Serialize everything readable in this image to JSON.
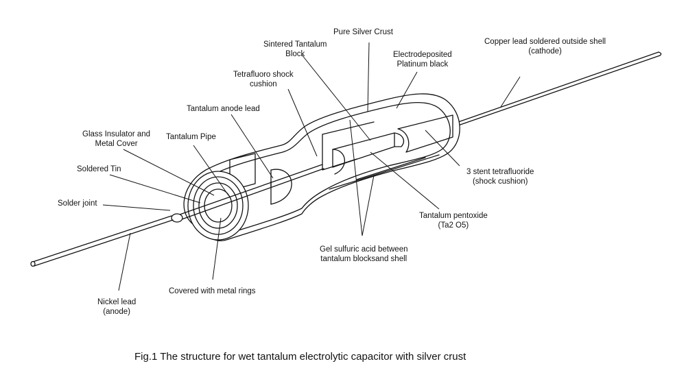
{
  "figure": {
    "caption": "Fig.1  The structure for wet tantalum electrolytic capacitor with silver crust",
    "subject": "wet tantalum electrolytic capacitor cutaway"
  },
  "labels": {
    "pure_silver_crust": [
      "Pure Silver Crust"
    ],
    "sintered_tantalum_block": [
      "Sintered Tantalum",
      "Block"
    ],
    "electrodeposited_platinum_black": [
      "Electrodeposited",
      "Platinum black"
    ],
    "copper_lead": [
      "Copper lead soldered outside shell",
      "(cathode)"
    ],
    "tetrafluoro_shock_cushion": [
      "Tetrafluoro shock",
      "cushion"
    ],
    "tantalum_anode_lead": [
      "Tantalum anode lead"
    ],
    "glass_insulator": [
      "Glass Insulator and",
      "Metal Cover"
    ],
    "tantalum_pipe": [
      "Tantalum Pipe"
    ],
    "soldered_tin": [
      "Soldered Tin"
    ],
    "solder_joint": [
      "Solder joint"
    ],
    "stent_tetrafluoride": [
      "3 stent tetrafluoride",
      "(shock cushion)"
    ],
    "tantalum_pentoxide": [
      "Tantalum pentoxide",
      "(Ta2 O5)"
    ],
    "gel_sulfuric_acid": [
      "Gel sulfuric acid between",
      "tantalum blocksand shell"
    ],
    "covered_metal_rings": [
      "Covered with metal rings"
    ],
    "nickel_lead": [
      "Nickel lead",
      "(anode)"
    ]
  }
}
